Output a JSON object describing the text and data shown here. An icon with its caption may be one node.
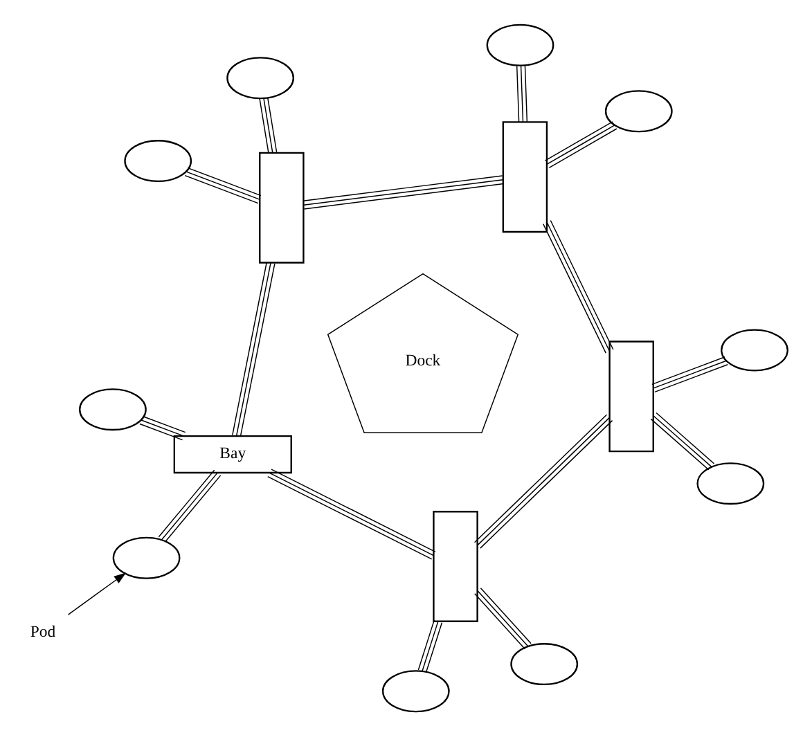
{
  "diagram": {
    "nodes": [
      {
        "text": [],
        "shape": "ellipse"
      },
      {
        "text": [],
        "shape": "ellipse"
      },
      {
        "text": [
          "Pod"
        ]
      },
      {
        "text": [
          "Bay"
        ]
      },
      {
        "text": [],
        "shape": "ellipse"
      },
      {
        "text": [],
        "shape": "box"
      },
      {
        "text": [],
        "shape": "box"
      },
      {
        "text": [],
        "shape": "ellipse"
      },
      {
        "text": [],
        "shape": "ellipse"
      },
      {
        "text": [
          "Dock"
        ]
      },
      {
        "text": [],
        "shape": "ellipse"
      },
      {
        "text": [],
        "shape": "box"
      },
      {
        "text": [],
        "shape": "box"
      },
      {
        "text": [],
        "shape": "ellipse"
      },
      {
        "text": [],
        "shape": "ellipse"
      },
      {
        "text": [],
        "shape": "ellipse"
      },
      {
        "text": [],
        "shape": "ellipse"
      }
    ],
    "edges": [
      {
        "from": 0,
        "to": 3,
        "arrow": "none"
      },
      {
        "from": 1,
        "to": 3,
        "arrow": "none"
      },
      {
        "from": 2,
        "to": 1,
        "arrow": "to"
      },
      {
        "from": 4,
        "to": 5,
        "arrow": "none"
      },
      {
        "from": 8,
        "to": 5,
        "arrow": "none"
      },
      {
        "from": 7,
        "to": 6,
        "arrow": "none"
      },
      {
        "from": 10,
        "to": 6,
        "arrow": "none"
      },
      {
        "from": 13,
        "to": 11,
        "arrow": "none"
      },
      {
        "from": 14,
        "to": 11,
        "arrow": "none"
      },
      {
        "from": 15,
        "to": 12,
        "arrow": "none"
      },
      {
        "from": 16,
        "to": 12,
        "arrow": "none"
      },
      {
        "from": 3,
        "to": 5,
        "arrow": "none"
      },
      {
        "from": 3,
        "to": 6,
        "arrow": "none"
      },
      {
        "from": 5,
        "to": 11,
        "arrow": "none"
      },
      {
        "from": 6,
        "to": 12,
        "arrow": "none"
      },
      {
        "from": 11,
        "to": 12,
        "arrow": "none"
      }
    ]
  }
}
